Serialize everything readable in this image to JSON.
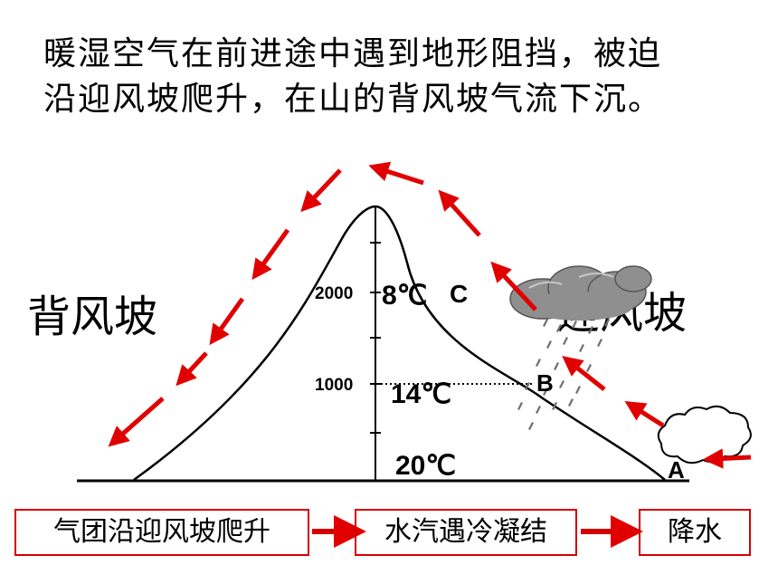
{
  "title": {
    "line1": "暖湿空气在前进途中遇到地形阻挡，被迫",
    "line2": "沿迎风坡爬升，在山的背风坡气流下沉。"
  },
  "labels": {
    "leeward": "背风坡",
    "windward": "迎风坡",
    "alt_2000": "2000",
    "alt_1000": "1000",
    "temp_c": "8℃",
    "temp_b": "14℃",
    "temp_a": "20℃",
    "point_c": "C",
    "point_b": "B",
    "point_a": "A"
  },
  "flow": {
    "step1": "气团沿迎风坡爬升",
    "step2": "水汽遇冷凝结",
    "step3": "降水"
  },
  "colors": {
    "arrow": "#e00000",
    "box_border": "#d40000",
    "cloud_dark": "#8f8f8f",
    "rain": "#6f6f6f"
  }
}
